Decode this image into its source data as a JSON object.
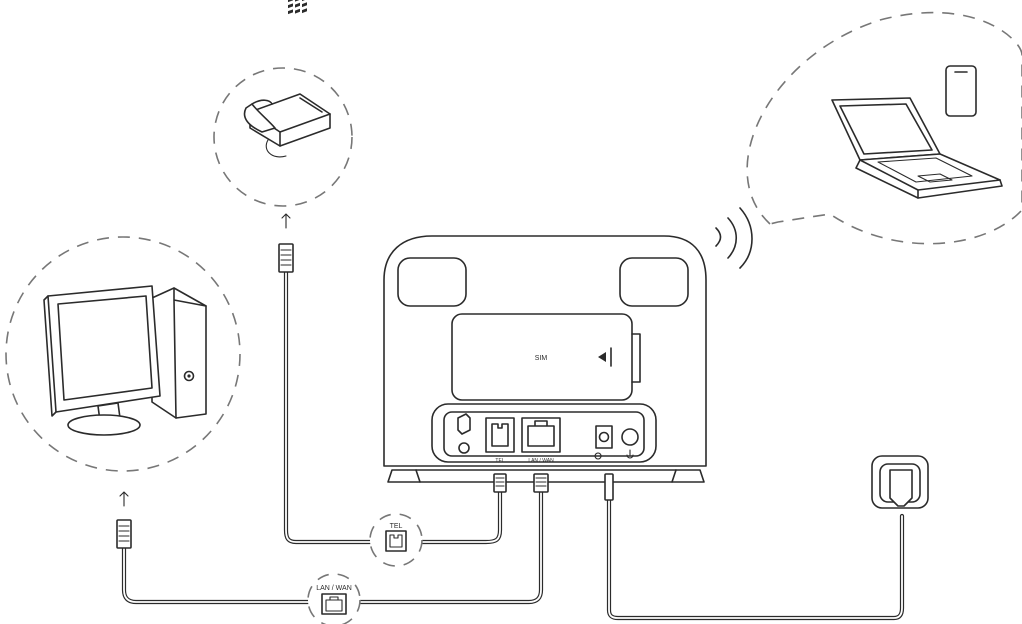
{
  "labels": {
    "sim": "SIM",
    "tel_port": "TEL",
    "lan_wan_port": "LAN / WAN",
    "tel_badge": "TEL",
    "lan_wan_badge": "LAN / WAN"
  },
  "icons": [
    "router-icon",
    "telephone-icon",
    "desktop-computer-icon",
    "laptop-icon",
    "smartphone-icon",
    "wifi-signal-icon",
    "power-outlet-icon",
    "tel-port-icon",
    "lan-wan-port-icon",
    "rj11-plug-icon",
    "rj45-plug-icon",
    "arrow-up-icon"
  ]
}
